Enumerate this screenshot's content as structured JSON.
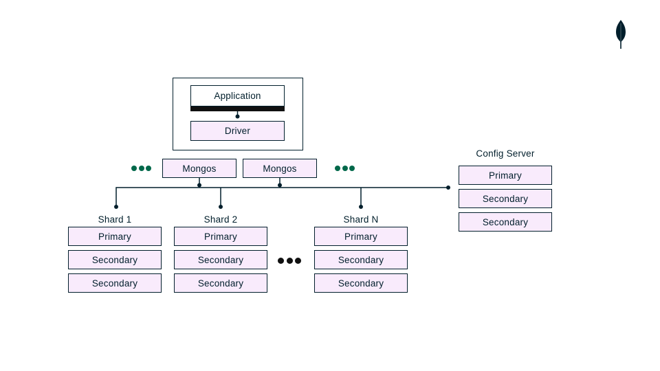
{
  "colors": {
    "ink": "#001E2B",
    "lavender": "#F9EBFC",
    "green": "#00684A",
    "black": "#111111"
  },
  "icons": {
    "logo": "mongodb-leaf-icon",
    "router_overflow": "ellipsis-dots-icon",
    "shard_overflow": "ellipsis-dots-icon"
  },
  "application_stack": {
    "application": "Application",
    "driver": "Driver"
  },
  "routers": [
    {
      "label": "Mongos"
    },
    {
      "label": "Mongos"
    }
  ],
  "shards": [
    {
      "title": "Shard 1",
      "nodes": [
        "Primary",
        "Secondary",
        "Secondary"
      ]
    },
    {
      "title": "Shard 2",
      "nodes": [
        "Primary",
        "Secondary",
        "Secondary"
      ]
    },
    {
      "title": "Shard N",
      "nodes": [
        "Primary",
        "Secondary",
        "Secondary"
      ]
    }
  ],
  "config_server": {
    "title": "Config Server",
    "nodes": [
      "Primary",
      "Secondary",
      "Secondary"
    ]
  }
}
